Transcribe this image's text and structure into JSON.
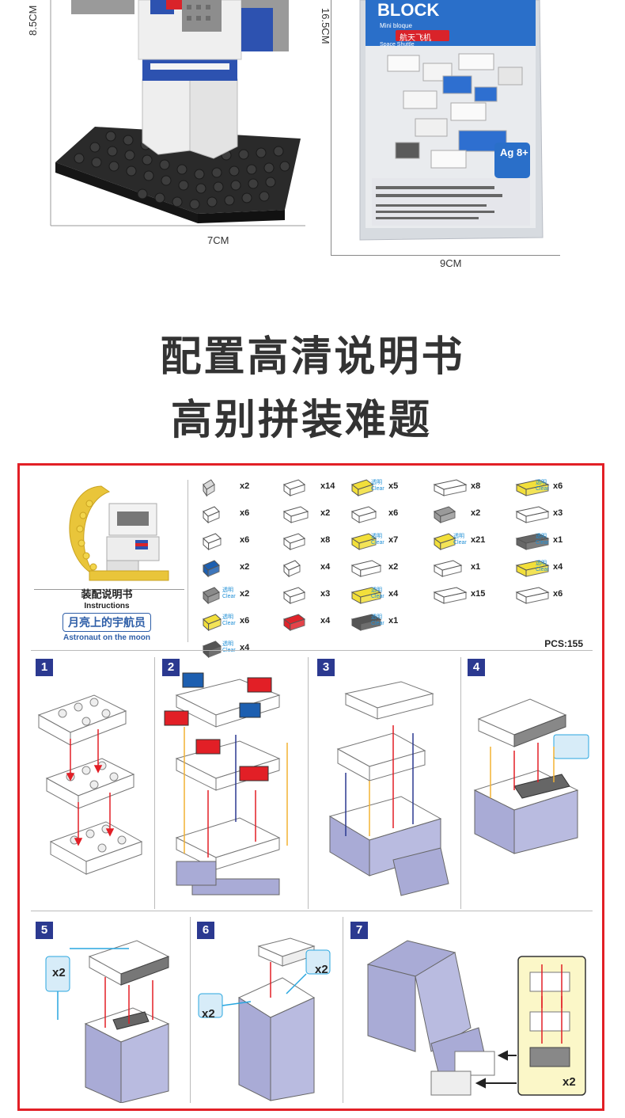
{
  "dimensions": {
    "left_height": "8.5CM",
    "left_width": "7CM",
    "bag_height": "16.5CM",
    "bag_width": "9CM"
  },
  "bag": {
    "brand": "BLOCK",
    "line1": "Mini bloque",
    "line2": "航天飞机",
    "line3": "Space Shuttle",
    "age": "Ag 8+"
  },
  "headline": {
    "line1": "配置高清说明书",
    "line2": "高别拼装难题"
  },
  "manual": {
    "title_cn": "装配说明书",
    "title_en": "Instructions",
    "model_cn": "月亮上的宇航员",
    "model_en": "Astronaut on the moon",
    "pcs": "PCS:155"
  },
  "clear_label": "透明\nClear",
  "parts": [
    {
      "col": 0,
      "row": 0,
      "qty": "x2",
      "color": "#d9d9d9",
      "shape": "round",
      "clear": false
    },
    {
      "col": 0,
      "row": 1,
      "qty": "x6",
      "color": "#ffffff",
      "shape": "slope",
      "clear": false
    },
    {
      "col": 0,
      "row": 2,
      "qty": "x6",
      "color": "#ffffff",
      "shape": "1x2",
      "clear": false
    },
    {
      "col": 0,
      "row": 3,
      "qty": "x2",
      "color": "#1d5fb0",
      "shape": "slope",
      "clear": false
    },
    {
      "col": 0,
      "row": 4,
      "qty": "x2",
      "color": "#8a8a8a",
      "shape": "slope",
      "clear": true
    },
    {
      "col": 0,
      "row": 5,
      "qty": "x6",
      "color": "#f2df3a",
      "shape": "1x2",
      "clear": true
    },
    {
      "col": 0,
      "row": 6,
      "qty": "x4",
      "color": "#555555",
      "shape": "1x2",
      "clear": true
    },
    {
      "col": 1,
      "row": 0,
      "qty": "x14",
      "color": "#ffffff",
      "shape": "2x2",
      "clear": false
    },
    {
      "col": 1,
      "row": 1,
      "qty": "x2",
      "color": "#ffffff",
      "shape": "1x3",
      "clear": false
    },
    {
      "col": 1,
      "row": 2,
      "qty": "x8",
      "color": "#ffffff",
      "shape": "2x2",
      "clear": false
    },
    {
      "col": 1,
      "row": 3,
      "qty": "x4",
      "color": "#ffffff",
      "shape": "slope",
      "clear": false
    },
    {
      "col": 1,
      "row": 4,
      "qty": "x3",
      "color": "#ffffff",
      "shape": "2x2",
      "clear": false
    },
    {
      "col": 1,
      "row": 5,
      "qty": "x4",
      "color": "#e0232a",
      "shape": "2x2",
      "clear": false
    },
    {
      "col": 2,
      "row": 0,
      "qty": "x5",
      "color": "#f2df3a",
      "shape": "2x2",
      "clear": true
    },
    {
      "col": 2,
      "row": 1,
      "qty": "x6",
      "color": "#ffffff",
      "shape": "1x3",
      "clear": false
    },
    {
      "col": 2,
      "row": 2,
      "qty": "x7",
      "color": "#f2df3a",
      "shape": "1x3",
      "clear": true
    },
    {
      "col": 2,
      "row": 3,
      "qty": "x2",
      "color": "#ffffff",
      "shape": "1x4",
      "clear": false
    },
    {
      "col": 2,
      "row": 4,
      "qty": "x4",
      "color": "#f2df3a",
      "shape": "1x4",
      "clear": true
    },
    {
      "col": 2,
      "row": 5,
      "qty": "x1",
      "color": "#555555",
      "shape": "1x4",
      "clear": true
    },
    {
      "col": 3,
      "row": 0,
      "qty": "x8",
      "color": "#ffffff",
      "shape": "2x4",
      "clear": false
    },
    {
      "col": 3,
      "row": 1,
      "qty": "x2",
      "color": "#9a9a9a",
      "shape": "2x2",
      "clear": false
    },
    {
      "col": 3,
      "row": 2,
      "qty": "x21",
      "color": "#f2df3a",
      "shape": "2x2",
      "clear": true
    },
    {
      "col": 3,
      "row": 3,
      "qty": "x1",
      "color": "#ffffff",
      "shape": "tile",
      "clear": false
    },
    {
      "col": 3,
      "row": 4,
      "qty": "x15",
      "color": "#ffffff",
      "shape": "2x4",
      "clear": false
    },
    {
      "col": 4,
      "row": 0,
      "qty": "x6",
      "color": "#f2df3a",
      "shape": "2x4",
      "clear": true
    },
    {
      "col": 4,
      "row": 1,
      "qty": "x3",
      "color": "#ffffff",
      "shape": "slope4",
      "clear": false
    },
    {
      "col": 4,
      "row": 2,
      "qty": "x1",
      "color": "#666666",
      "shape": "slope4",
      "clear": true
    },
    {
      "col": 4,
      "row": 3,
      "qty": "x4",
      "color": "#f2df3a",
      "shape": "2x4",
      "clear": true
    },
    {
      "col": 4,
      "row": 4,
      "qty": "x6",
      "color": "#ffffff",
      "shape": "2x4",
      "clear": false
    }
  ],
  "steps": [
    {
      "num": "1"
    },
    {
      "num": "2"
    },
    {
      "num": "3"
    },
    {
      "num": "4"
    },
    {
      "num": "5"
    },
    {
      "num": "6"
    },
    {
      "num": "7"
    }
  ],
  "multipliers": {
    "step5": "x2",
    "step6a": "x2",
    "step6b": "x2",
    "step7": "x2"
  },
  "colors": {
    "frame": "#e21f26",
    "step_badge": "#2b3990",
    "built_body": "#a9abd6",
    "arrow_red": "#e21f26",
    "arrow_yellow": "#f2b233",
    "arrow_blue": "#2b3990",
    "arrow_cyan": "#28a6df"
  }
}
